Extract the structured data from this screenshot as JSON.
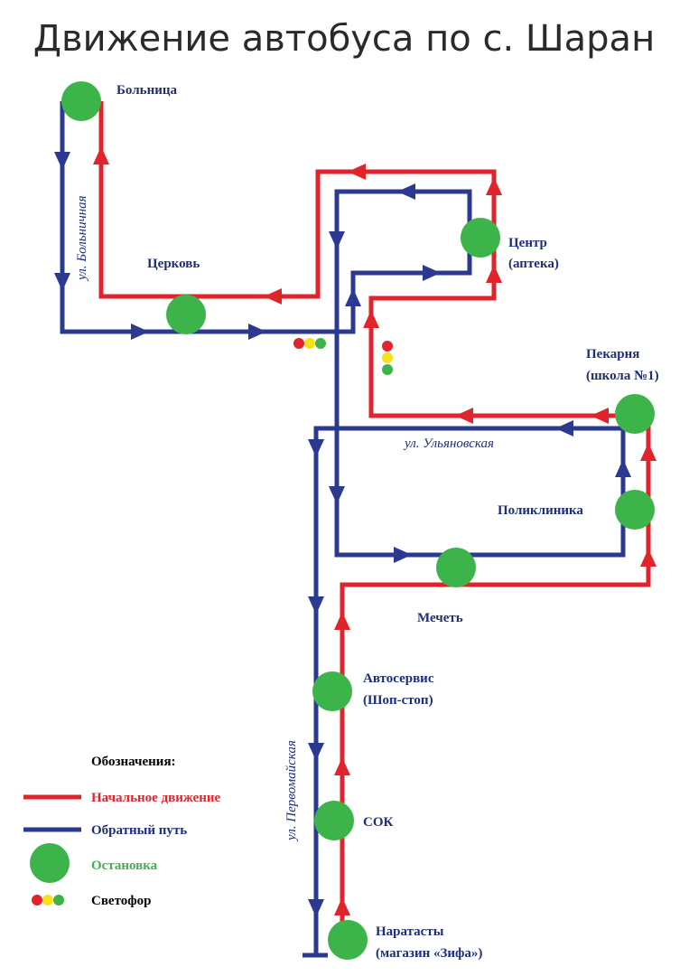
{
  "title": "Движение автобуса по с. Шаран",
  "colors": {
    "forward_route": "#e1242b",
    "return_route": "#2b3990",
    "stop": "#3cb44a",
    "label": "#1f2f77",
    "traffic_light": [
      "#e1242b",
      "#f4e11a",
      "#3cb44a"
    ]
  },
  "stops": {
    "bolnitsa": "Больница",
    "tserkov": "Церковь",
    "tsentr_1": "Центр",
    "tsentr_2": "(аптека)",
    "pekarnya_1": "Пекарня",
    "pekarnya_2": "(школа №1)",
    "poliklinika": "Поликлиника",
    "mechet": "Мечеть",
    "avtoservis_1": "Автосервис",
    "avtoservis_2": "(Шоп-стоп)",
    "sok": "СОК",
    "naratasty_1": "Наратасты",
    "naratasty_2": "(магазин «Зифа»)"
  },
  "streets": {
    "bolnichnaya": "ул. Больничная",
    "ulyanovskaya": "ул. Ульяновская",
    "pervomayskaya": "ул. Первомайская"
  },
  "legend": {
    "title": "Обозначения:",
    "forward": "Начальное движение",
    "return": "Обратный путь",
    "stop": "Остановка",
    "traffic_light": "Светофор"
  }
}
